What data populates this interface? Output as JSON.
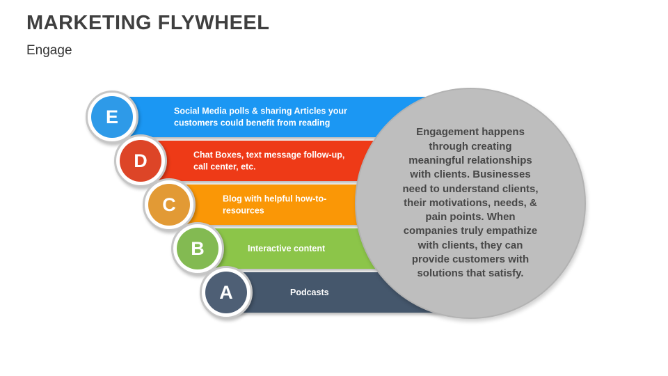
{
  "slide": {
    "title": "MARKETING FLYWHEEL",
    "subtitle": "Engage"
  },
  "colors": {
    "title_text": "#3f3f3f",
    "badge_ring": "#c6c6c6",
    "callout_fill": "#bebebe",
    "callout_border": "#b2b2b2",
    "callout_text": "#474747",
    "bar_text": "#ffffff"
  },
  "funnel": {
    "bars": [
      {
        "letter": "E",
        "color": "#1b97f3",
        "badge_color": "#2e9ae8",
        "lines": [
          "Social Media polls & sharing Articles your",
          "customers could benefit from reading"
        ]
      },
      {
        "letter": "D",
        "color": "#ee3a17",
        "badge_color": "#dd4527",
        "lines": [
          "Chat Boxes, text message follow-up,",
          "call center, etc."
        ]
      },
      {
        "letter": "C",
        "color": "#fa9706",
        "badge_color": "#e29a35",
        "lines": [
          "Blog with helpful how-to-",
          "resources"
        ]
      },
      {
        "letter": "B",
        "color": "#8cc549",
        "badge_color": "#83ba52",
        "lines": [
          "Interactive content"
        ]
      },
      {
        "letter": "A",
        "color": "#45576c",
        "badge_color": "#4e5f75",
        "lines": [
          "Podcasts"
        ]
      }
    ]
  },
  "callout": {
    "lines": [
      "Engagement happens",
      "through creating",
      "meaningful relationships",
      "with clients. Businesses",
      "need to understand clients,",
      "their motivations, needs, &",
      "pain points. When",
      "companies truly empathize",
      "with clients, they can",
      "provide customers with",
      "solutions that satisfy."
    ]
  }
}
